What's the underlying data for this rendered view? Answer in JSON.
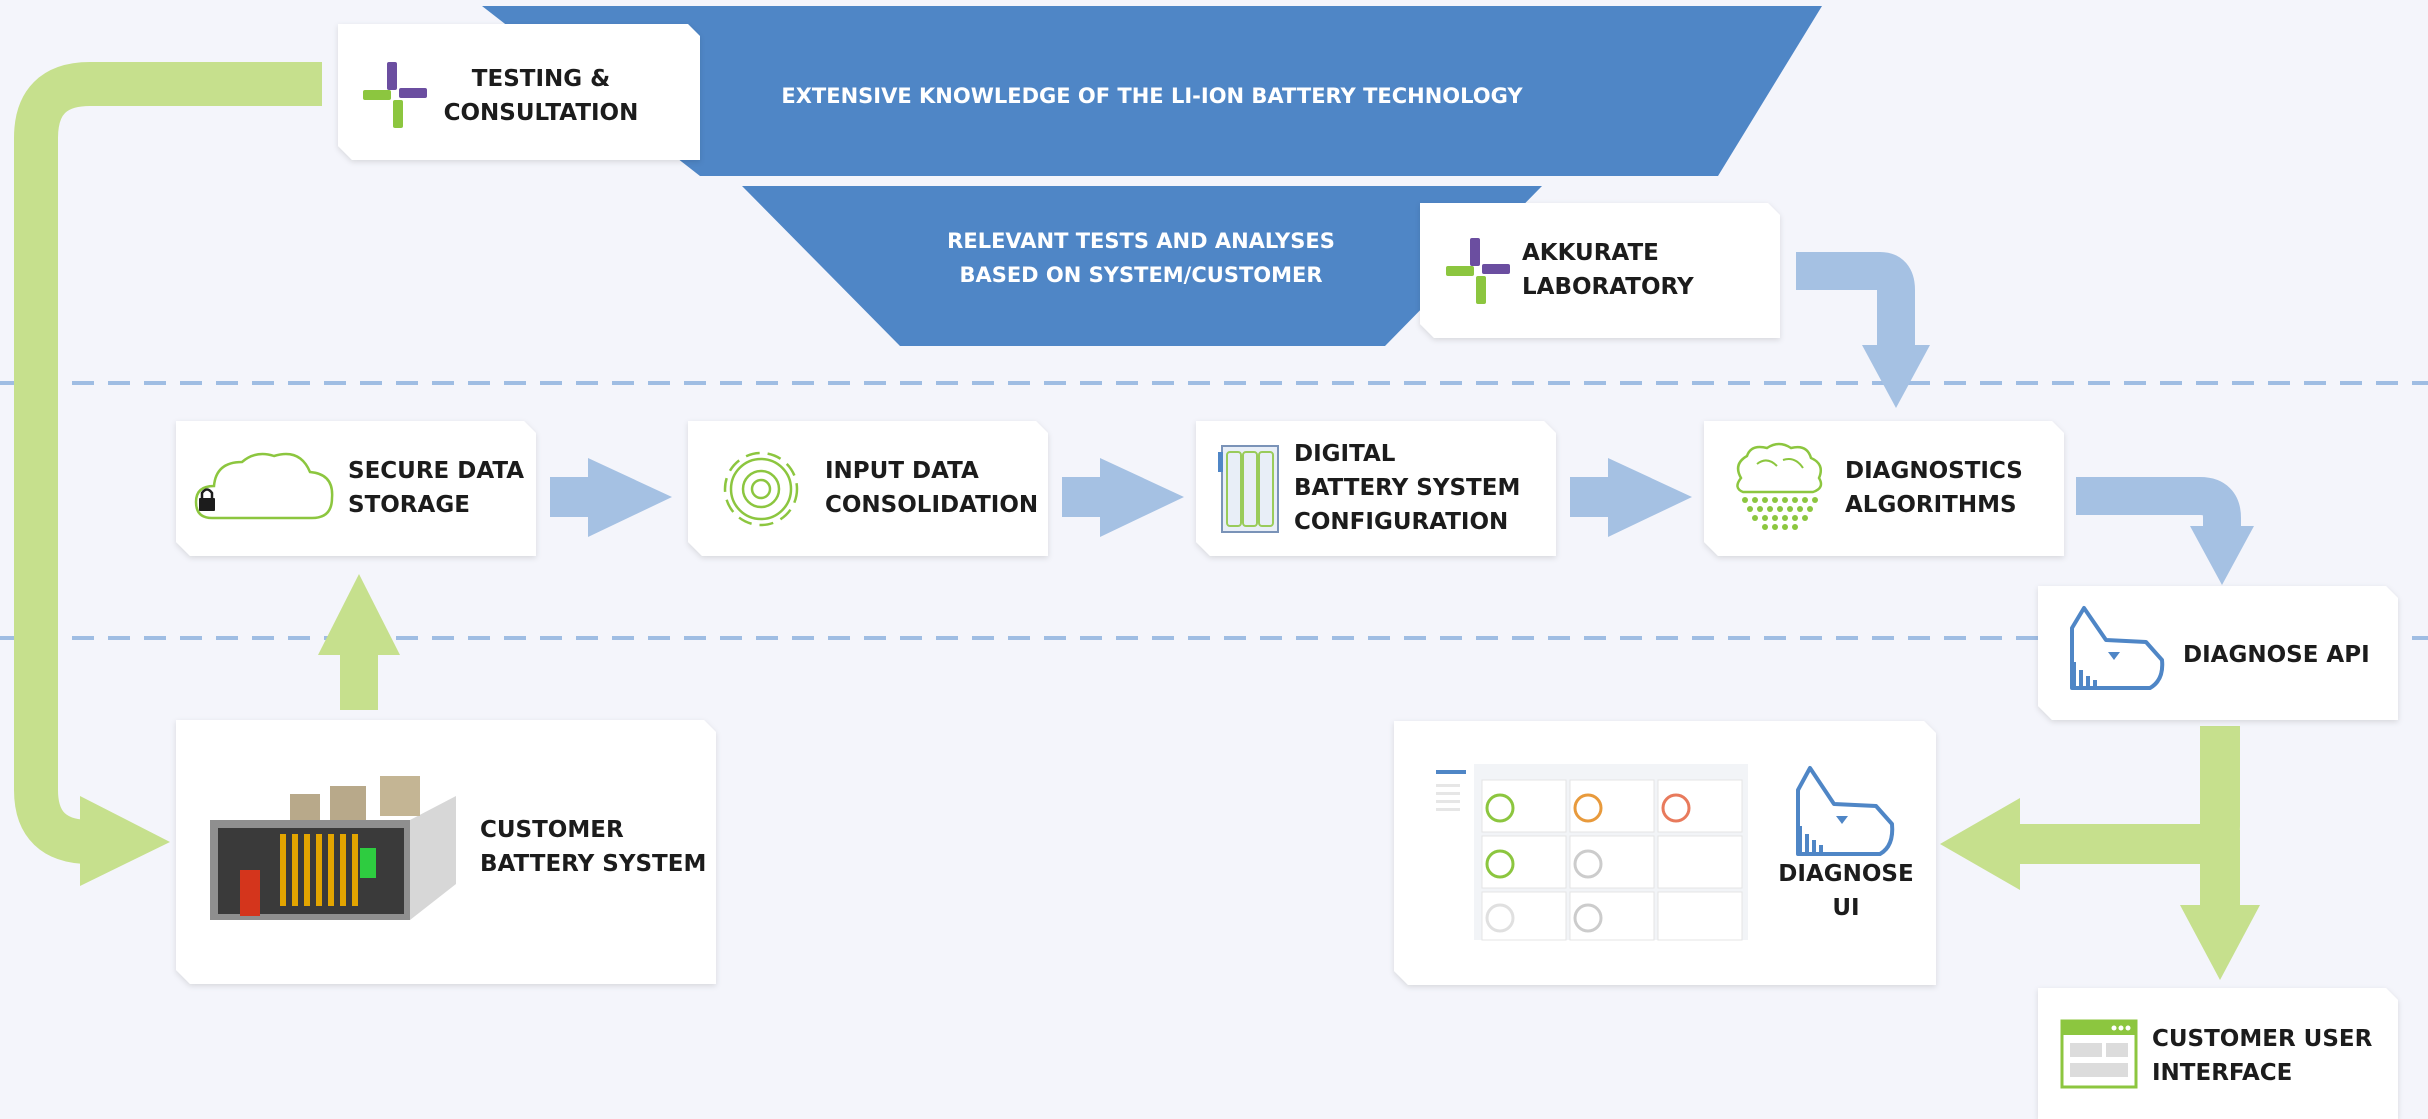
{
  "banners": {
    "knowledge": "EXTENSIVE KNOWLEDGE OF THE LI-ION BATTERY TECHNOLOGY",
    "tests_line1": "RELEVANT TESTS AND ANALYSES",
    "tests_line2": "BASED ON SYSTEM/CUSTOMER"
  },
  "nodes": {
    "testing": {
      "line1": "TESTING &",
      "line2": "CONSULTATION",
      "icon": "akkurate-plus-icon"
    },
    "lab": {
      "line1": "AKKURATE",
      "line2": "LABORATORY",
      "icon": "akkurate-plus-icon"
    },
    "storage": {
      "line1": "SECURE DATA",
      "line2": "STORAGE",
      "icon": "cloud-lock-icon"
    },
    "consolidation": {
      "line1": "INPUT DATA",
      "line2": "CONSOLIDATION",
      "icon": "gear-icon"
    },
    "digital": {
      "line1": "DIGITAL",
      "line2": "BATTERY SYSTEM",
      "line3": "CONFIGURATION",
      "icon": "battery-modules-icon"
    },
    "algorithms": {
      "line1": "DIAGNOSTICS",
      "line2": "ALGORITHMS",
      "icon": "brain-icon"
    },
    "api": {
      "line1": "DIAGNOSE API",
      "icon": "dog-head-icon"
    },
    "customer_battery": {
      "line1": "CUSTOMER",
      "line2": "BATTERY SYSTEM",
      "icon": "battery-container-image"
    },
    "diagnose_ui": {
      "line1": "DIAGNOSE",
      "line2": "UI",
      "icon": "dog-head-icon"
    },
    "customer_ui": {
      "line1": "CUSTOMER USER",
      "line2": "INTERFACE",
      "icon": "browser-window-icon"
    }
  },
  "colors": {
    "banner_blue": "#4f86c6",
    "arrow_blue": "#a5c1e3",
    "arrow_green": "#c6e08d",
    "icon_green": "#8cc63f",
    "icon_purple": "#6b4ea0",
    "dash_blue": "#9fbde3",
    "background": "#f4f5fb"
  }
}
